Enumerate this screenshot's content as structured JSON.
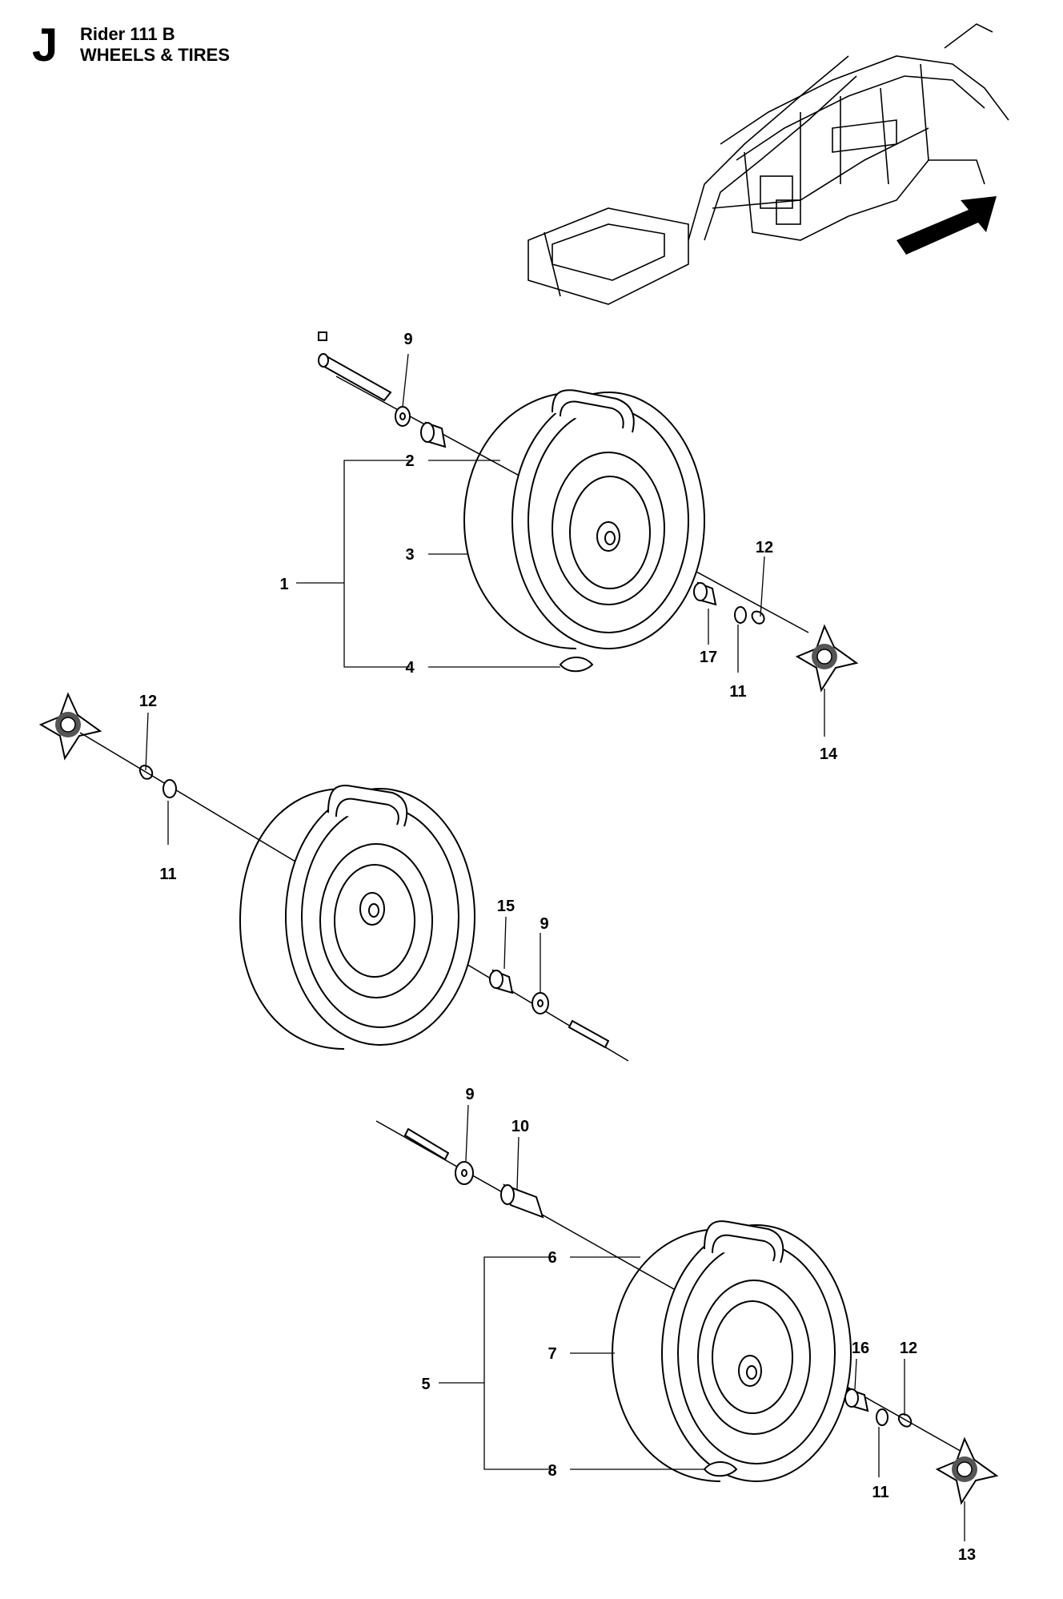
{
  "header": {
    "section_letter": "J",
    "model": "Rider 111 B",
    "section_title": "WHEELS & TIRES"
  },
  "callouts": {
    "c1": "1",
    "c2": "2",
    "c3": "3",
    "c4": "4",
    "c5": "5",
    "c6": "6",
    "c7": "7",
    "c8": "8",
    "c9a": "9",
    "c9b": "9",
    "c9c": "9",
    "c10": "10",
    "c11a": "11",
    "c11b": "11",
    "c11c": "11",
    "c12a": "12",
    "c12b": "12",
    "c12c": "12",
    "c13": "13",
    "c14": "14",
    "c15": "15",
    "c16": "16",
    "c17": "17"
  }
}
